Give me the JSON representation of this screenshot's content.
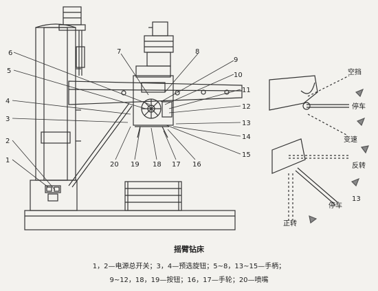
{
  "figure": {
    "title": "摇臂钻床",
    "caption_line1": "1，2—电源总开关；3，4—预选旋钮；5~8，13~15—手柄；",
    "caption_line2": "9~12，18，19—按钮；16，17—手轮；20—喷嘴"
  },
  "callouts": [
    "1",
    "2",
    "3",
    "4",
    "5",
    "6",
    "7",
    "8",
    "9",
    "10",
    "11",
    "12",
    "13",
    "14",
    "15",
    "16",
    "17",
    "18",
    "19",
    "20"
  ],
  "controls": {
    "upper": {
      "idle": "空挡",
      "stop": "停车",
      "speed_change": "变速"
    },
    "lower": {
      "reverse": "反转",
      "stop": "停车",
      "forward": "正转",
      "ref": "13"
    }
  },
  "colors": {
    "line": "#333333",
    "paper": "#f3f2ee"
  }
}
